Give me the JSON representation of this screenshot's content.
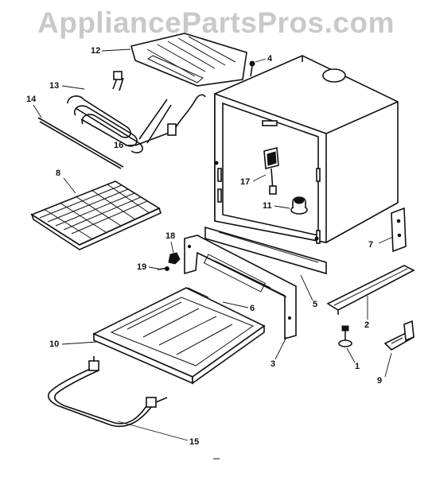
{
  "watermark": "AppliancePartsPros.com",
  "callouts": {
    "c1": "1",
    "c2": "2",
    "c3": "3",
    "c4": "4",
    "c5": "5",
    "c6": "6",
    "c7": "7",
    "c8": "8",
    "c9": "9",
    "c10": "10",
    "c11": "11",
    "c12": "12",
    "c13": "13",
    "c14": "14",
    "c15": "15",
    "c16": "16",
    "c17": "17",
    "c18": "18",
    "c19": "19"
  }
}
